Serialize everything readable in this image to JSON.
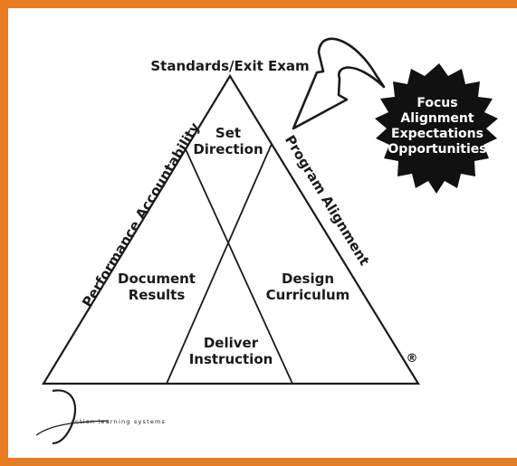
{
  "diagram": {
    "top_label": "Standards/Exit Exam",
    "left_side_label": "Performance Accountability",
    "right_side_label": "Program Alignment",
    "regions": {
      "set_direction": [
        "Set",
        "Direction"
      ],
      "document_results": [
        "Document",
        "Results"
      ],
      "design_curriculum": [
        "Design",
        "Curriculum"
      ],
      "deliver_instruction": [
        "Deliver",
        "Instruction"
      ]
    },
    "registered_mark": "®",
    "burst_lines": [
      "Focus",
      "Alignment",
      "Expectations",
      "Opportunities"
    ],
    "logo_text": "action learning systems"
  },
  "colors": {
    "border": "#e87c1e",
    "ink": "#1a1a1a",
    "burst_fill": "#111111",
    "burst_text": "#ffffff",
    "background": "#ffffff"
  }
}
